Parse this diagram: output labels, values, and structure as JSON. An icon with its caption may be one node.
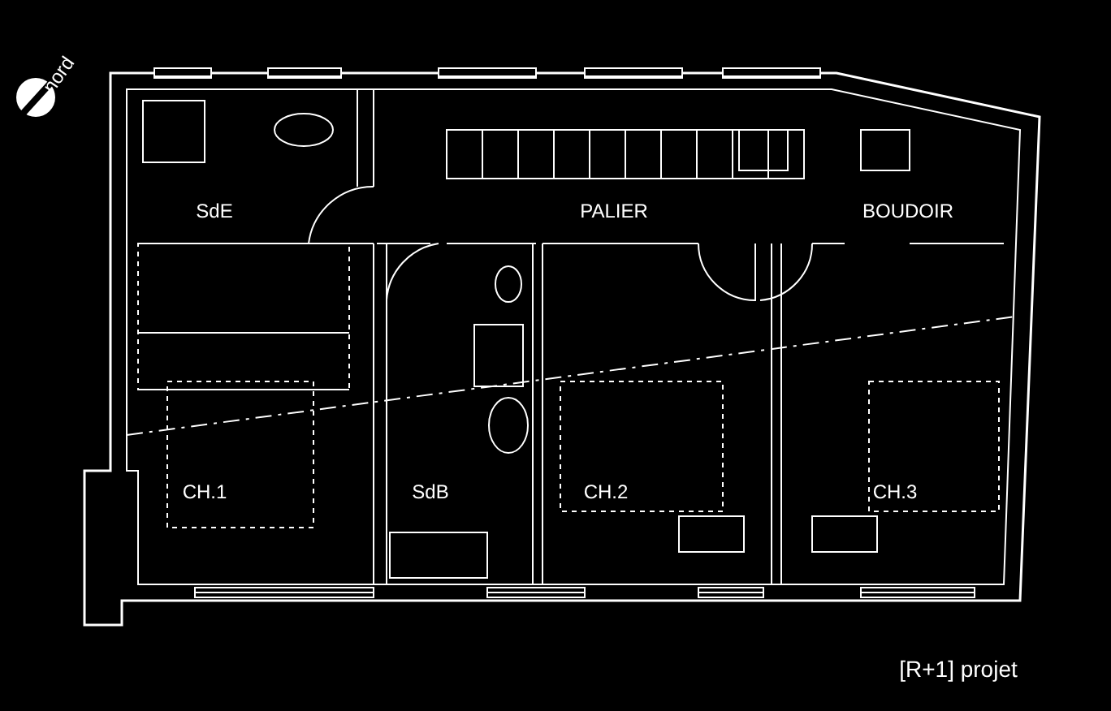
{
  "diagram": {
    "caption": "[R+1] projet",
    "labels": [
      "nord",
      "SdE",
      "PALIER",
      "BOUDOIR",
      "CH.1",
      "SdB",
      "CH.2",
      "CH.3"
    ]
  }
}
